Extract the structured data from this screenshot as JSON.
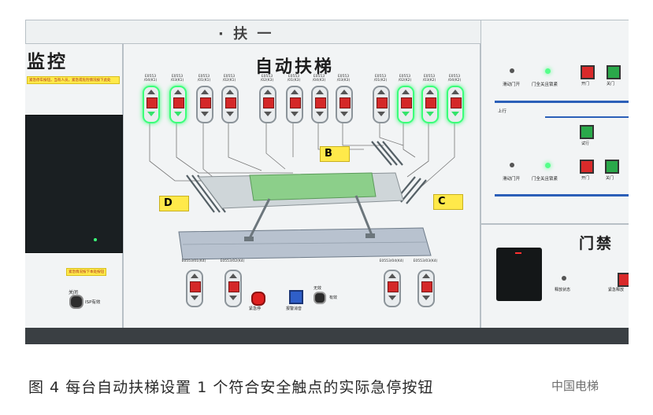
{
  "panel": {
    "left_title": "监控",
    "center_title": "自动扶梯",
    "right_title": "门禁",
    "top_strip": "· 扶 一",
    "sticker_top": "紧急停车按钮，当有人员，紧急或危险情况按下此处",
    "sticker_left": "紧急情况按下本处按钮",
    "left_switch": "关闭",
    "left_switch_right": "ISP有效",
    "zone_b": "B",
    "zone_c": "C",
    "zone_d": "D",
    "button_bottom_red": "紧急停",
    "button_bottom_blue": "报警消音",
    "key_switch_top": "无效",
    "key_switch_right": "有效",
    "upper_buttons": [
      {
        "label": "E0553\n/04(K1)",
        "state": "green"
      },
      {
        "label": "E0553\n/03(K1)",
        "state": "green"
      },
      {
        "label": "E0553\n/01(K1)",
        "state": "red"
      },
      {
        "label": "E0553\n/02(K1)",
        "state": "red"
      },
      {
        "label": "E0553\n/02(K3)",
        "state": "red"
      },
      {
        "label": "E0553\n/01(K3)",
        "state": "red"
      },
      {
        "label": "E0553\n/04(K3)",
        "state": "red"
      },
      {
        "label": "E0553\n/03(K3)",
        "state": "red"
      },
      {
        "label": "E0553\n/01(K2)",
        "state": "red"
      },
      {
        "label": "E0553\n/02(K2)",
        "state": "green"
      },
      {
        "label": "E0553\n/03(K2)",
        "state": "green"
      },
      {
        "label": "E0553\n/04(K2)",
        "state": "green"
      }
    ],
    "lower_buttons": [
      {
        "label": "E0553/01(K4)",
        "state": "red"
      },
      {
        "label": "E0553/02(K4)",
        "state": "red"
      },
      {
        "label": "E0553/04(K4)",
        "state": "red"
      },
      {
        "label": "E0553/03(K4)",
        "state": "red"
      }
    ],
    "right_panel": {
      "row1_left": "滑动门开",
      "row1_mid": "门全关且锁紧",
      "btn_open": "开门",
      "btn_close": "关门",
      "row2": "上行",
      "row3_btn": "试行",
      "row4_left": "滑动门开",
      "row4_mid": "门全关且锁紧",
      "row4_btn1": "开门",
      "row4_btn2": "关门",
      "access_label": "释放状态",
      "access_btn": "紧急释放"
    }
  },
  "caption": "图 4  每台自动扶梯设置 1 个符合安全触点的实际急停按钮",
  "watermark": "中国电梯"
}
